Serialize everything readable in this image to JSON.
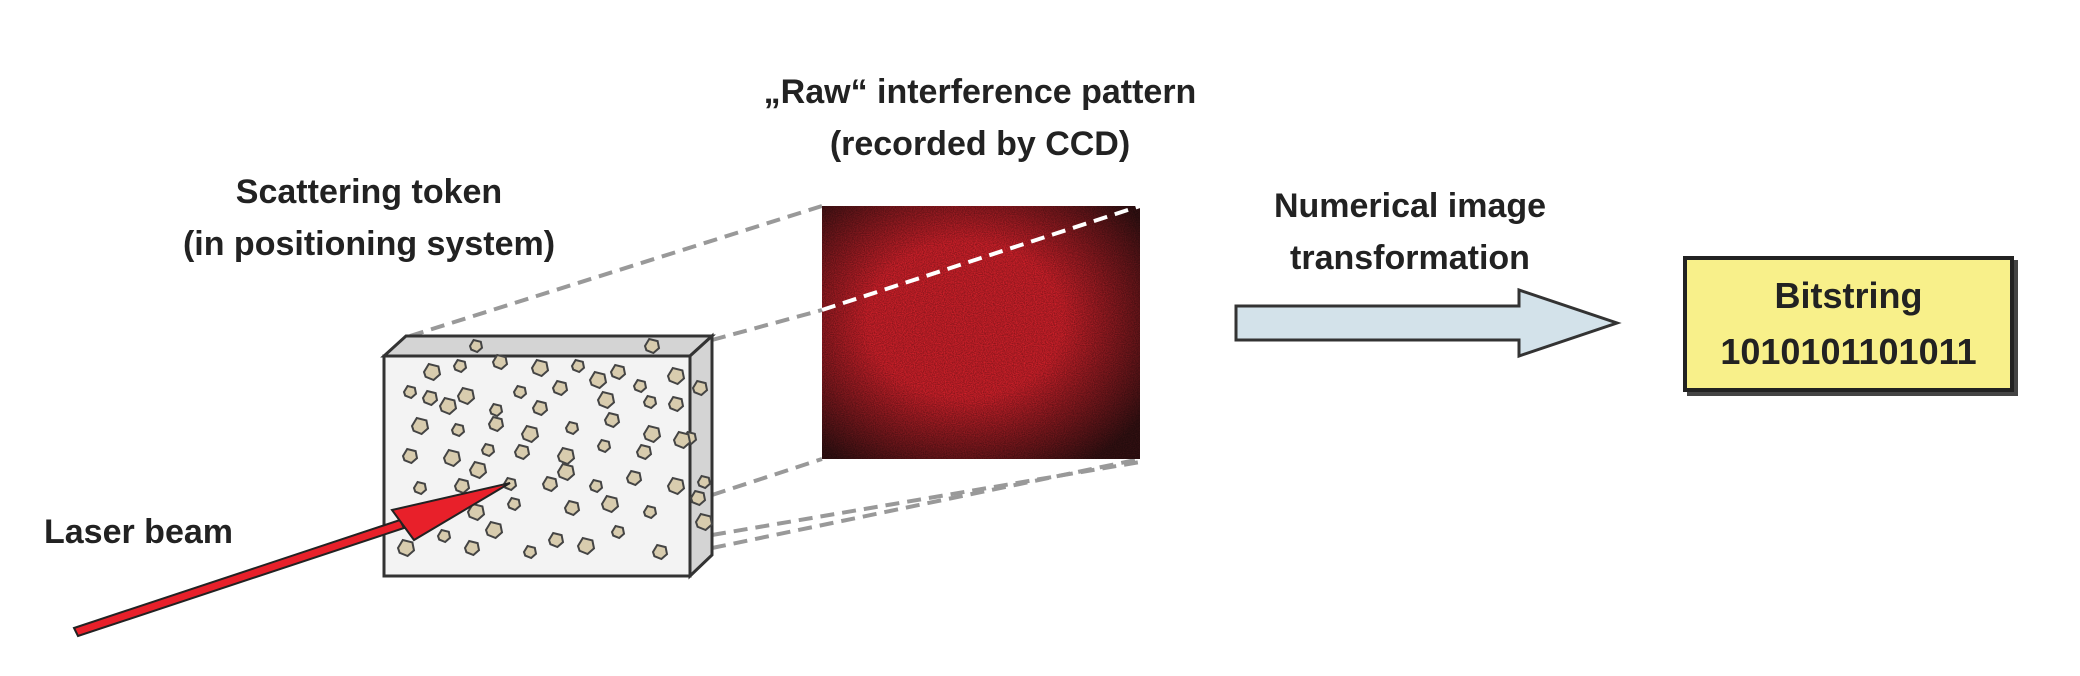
{
  "labels": {
    "scattering_token": [
      "Scattering token",
      "(in positioning system)"
    ],
    "raw_pattern": [
      "„Raw“ interference pattern",
      "(recorded by CCD)"
    ],
    "transformation": [
      "Numerical image",
      "transformation"
    ],
    "laser_beam": "Laser beam",
    "bitstring_title": "Bitstring",
    "bitstring_value": "1010101101011"
  },
  "colors": {
    "laser": "#e8202a",
    "box_fill": "#f8f08a",
    "arrow_fill": "#d3e2ea",
    "token_face": "#f3f3f3",
    "token_side": "#d4d4d4",
    "particle": "#d8ccae",
    "guide_lines": "#999999",
    "speckle_center": "#ee2530",
    "speckle_edge": "#3a1214"
  },
  "icons": {
    "laser": "red-arrow-icon",
    "token": "scattering-token-icon",
    "pattern": "speckle-image-icon",
    "transform": "process-arrow-icon"
  }
}
